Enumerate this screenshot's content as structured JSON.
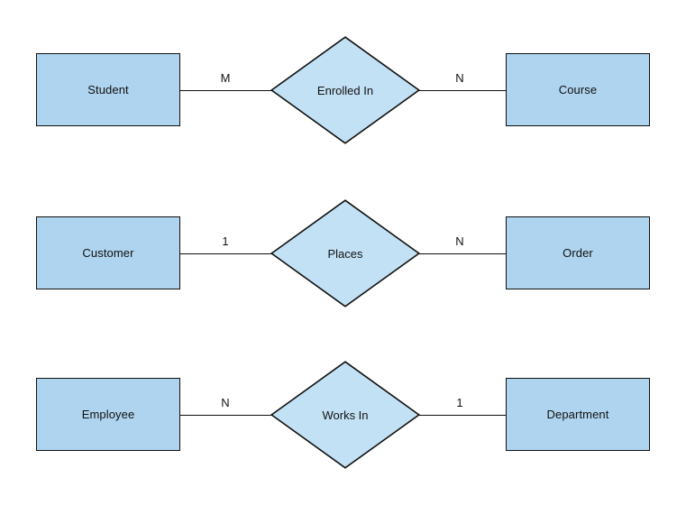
{
  "diagram": {
    "type": "entity-relationship-diagram",
    "background_color": "#ffffff",
    "entity_fill_color": "#aed4ef",
    "relationship_fill_color": "#c3e1f5",
    "stroke_color": "#101010",
    "rows": [
      {
        "left_entity": "Student",
        "left_cardinality": "M",
        "relationship": "Enrolled In",
        "right_cardinality": "N",
        "right_entity": "Course"
      },
      {
        "left_entity": "Customer",
        "left_cardinality": "1",
        "relationship": "Places",
        "right_cardinality": "N",
        "right_entity": "Order"
      },
      {
        "left_entity": "Employee",
        "left_cardinality": "N",
        "relationship": "Works In",
        "right_cardinality": "1",
        "right_entity": "Department"
      }
    ]
  }
}
